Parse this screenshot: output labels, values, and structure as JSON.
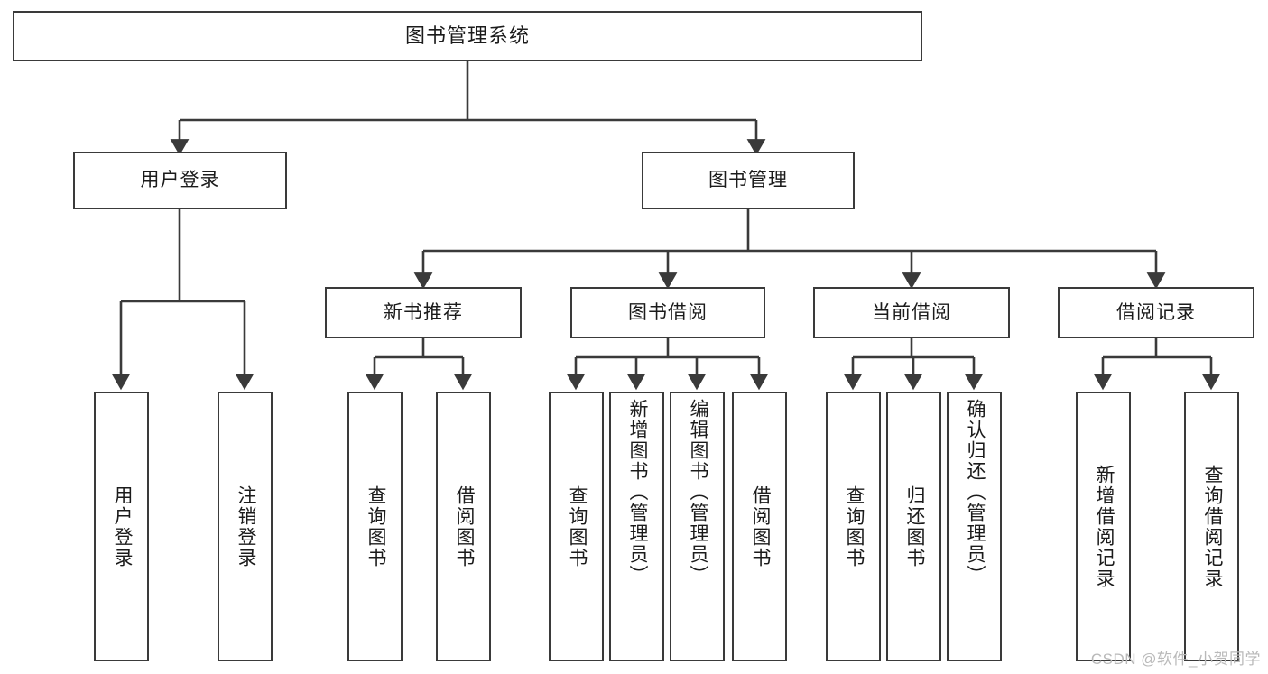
{
  "diagram": {
    "type": "tree-hierarchy",
    "title": "图书管理系统",
    "root": {
      "label": "图书管理系统"
    },
    "level2": [
      {
        "id": "user-login",
        "label": "用户登录"
      },
      {
        "id": "book-management",
        "label": "图书管理"
      }
    ],
    "level3": [
      {
        "id": "new-book-recommend",
        "label": "新书推荐",
        "parent": "book-management"
      },
      {
        "id": "book-borrow",
        "label": "图书借阅",
        "parent": "book-management"
      },
      {
        "id": "current-borrow",
        "label": "当前借阅",
        "parent": "book-management"
      },
      {
        "id": "borrow-record",
        "label": "借阅记录",
        "parent": "book-management"
      }
    ],
    "leaves": [
      {
        "id": "leaf-user-login",
        "label": "用户登录",
        "parent": "user-login"
      },
      {
        "id": "leaf-user-logout",
        "label": "注销登录",
        "parent": "user-login"
      },
      {
        "id": "leaf-query-book-1",
        "label": "查询图书",
        "parent": "new-book-recommend"
      },
      {
        "id": "leaf-borrow-book-1",
        "label": "借阅图书",
        "parent": "new-book-recommend"
      },
      {
        "id": "leaf-query-book-2",
        "label": "查询图书",
        "parent": "book-borrow"
      },
      {
        "id": "leaf-add-book",
        "label": "新增图书（管理员）",
        "parent": "book-borrow"
      },
      {
        "id": "leaf-edit-book",
        "label": "编辑图书（管理员）",
        "parent": "book-borrow"
      },
      {
        "id": "leaf-borrow-book-2",
        "label": "借阅图书",
        "parent": "book-borrow"
      },
      {
        "id": "leaf-query-book-3",
        "label": "查询图书",
        "parent": "current-borrow"
      },
      {
        "id": "leaf-return-book",
        "label": "归还图书",
        "parent": "current-borrow"
      },
      {
        "id": "leaf-confirm-return",
        "label": "确认归还（管理员）",
        "parent": "current-borrow"
      },
      {
        "id": "leaf-add-record",
        "label": "新增借阅记录",
        "parent": "borrow-record"
      },
      {
        "id": "leaf-query-record",
        "label": "查询借阅记录",
        "parent": "borrow-record"
      }
    ]
  },
  "watermark": {
    "text": "CSDN @软件_小贺同学"
  },
  "colors": {
    "stroke": "#3a3a3a",
    "text": "#1b1b1b",
    "background": "#ffffff",
    "watermark": "#b9b9b9"
  }
}
